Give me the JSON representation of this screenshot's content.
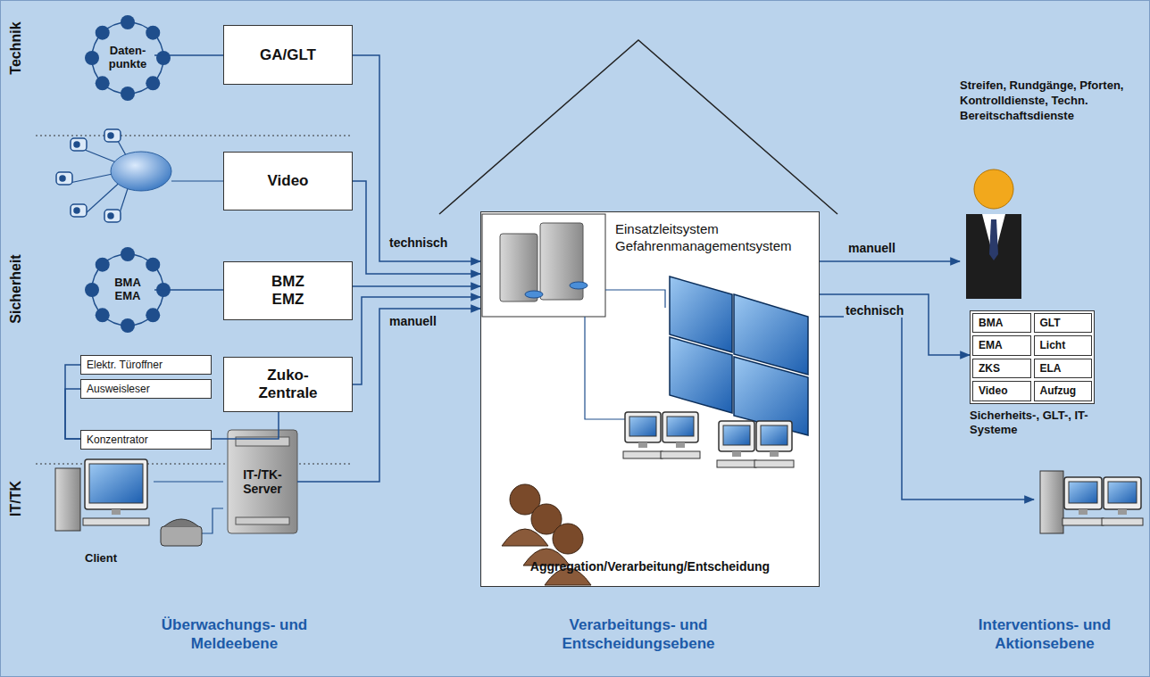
{
  "diagram": {
    "nodes": [
      {
        "text": [
          "Daten- punkte"
        ]
      },
      {
        "text": [
          "GA/GLT"
        ]
      },
      {
        "text": [
          "Video"
        ]
      },
      {
        "text": [
          "BMA EMA"
        ]
      },
      {
        "text": [
          "BMZ EMZ"
        ]
      },
      {
        "text": [
          "Elektr. Türoffner"
        ]
      },
      {
        "text": [
          "Ausweisleser"
        ]
      },
      {
        "text": [
          "Konzentrator"
        ]
      },
      {
        "text": [
          "Zuko- Zentrale"
        ]
      },
      {
        "text": [
          "IT-/TK- Server"
        ]
      },
      {
        "text": [
          "Einsatzleitsystem Gefahrenmanagementsystem",
          "Aggregation/Verarbeitung/Entscheidung"
        ]
      },
      {
        "text": [
          "Streifen, Rundgänge, Pforten, Kontrolldienste, Techn. Bereitschaftsdienste"
        ]
      },
      {
        "text": [
          "Sicherheits-, GLT-, IT-Systeme"
        ]
      },
      {
        "text": [
          "BMA"
        ],
        "in": 12
      },
      {
        "text": [
          "GLT"
        ],
        "in": 12
      },
      {
        "text": [
          "EMA"
        ],
        "in": 12
      },
      {
        "text": [
          "Licht"
        ],
        "in": 12
      },
      {
        "text": [
          "ZKS"
        ],
        "in": 12
      },
      {
        "text": [
          "ELA"
        ],
        "in": 12
      },
      {
        "text": [
          "Video"
        ],
        "in": 12
      },
      {
        "text": [
          "Aufzug"
        ],
        "in": 12
      }
    ],
    "edges": [
      {
        "from": 0,
        "to": 1,
        "arrow": "none"
      },
      {
        "from": 1,
        "to": 10,
        "label": "technisch",
        "arrow": "to"
      },
      {
        "from": 2,
        "to": 10,
        "arrow": "to"
      },
      {
        "from": 3,
        "to": 4,
        "arrow": "none"
      },
      {
        "from": 4,
        "to": 10,
        "arrow": "to"
      },
      {
        "from": 5,
        "to": 7,
        "arrow": "none"
      },
      {
        "from": 6,
        "to": 7,
        "arrow": "none"
      },
      {
        "from": 7,
        "to": 8,
        "arrow": "none"
      },
      {
        "from": 8,
        "to": 10,
        "label": "manuell",
        "arrow": "to"
      },
      {
        "from": 9,
        "to": 10,
        "arrow": "to"
      },
      {
        "from": 10,
        "to": 11,
        "label": "manuell",
        "arrow": "to"
      },
      {
        "from": 10,
        "to": 12,
        "label": "technisch",
        "arrow": "to"
      }
    ],
    "labels": [
      "Technik",
      "Sicherheit",
      "IT/TK",
      "Client",
      "Überwachungs- und Meldeebene",
      "Verarbeitungs- und Entscheidungsebene",
      "Interventions- und Aktionsebene"
    ]
  }
}
